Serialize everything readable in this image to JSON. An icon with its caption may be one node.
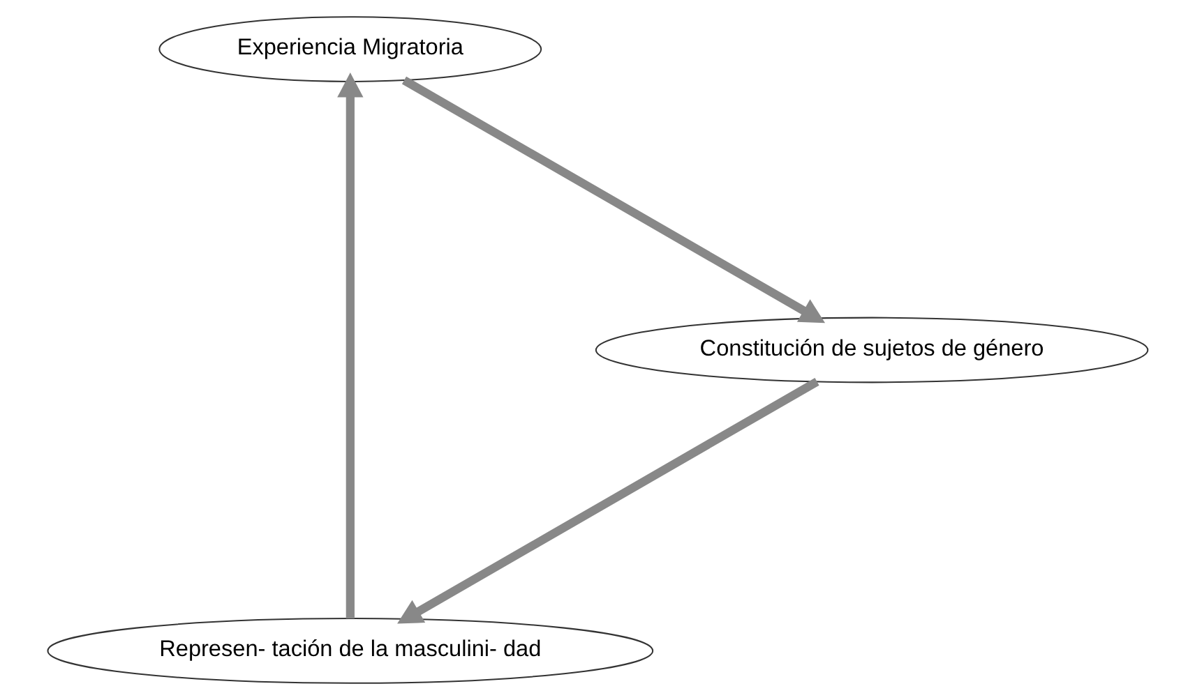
{
  "diagram": {
    "nodes": [
      {
        "text": [
          "Represen- tación de la masculini- dad"
        ]
      },
      {
        "text": [
          "Experiencia Migratoria"
        ]
      },
      {
        "text": [
          "Constitución de sujetos de género"
        ]
      }
    ],
    "edges": [
      {
        "from": 0,
        "to": 1,
        "arrow": "to"
      },
      {
        "from": 1,
        "to": 2,
        "arrow": "to"
      },
      {
        "from": 2,
        "to": 0,
        "arrow": "to"
      }
    ]
  }
}
